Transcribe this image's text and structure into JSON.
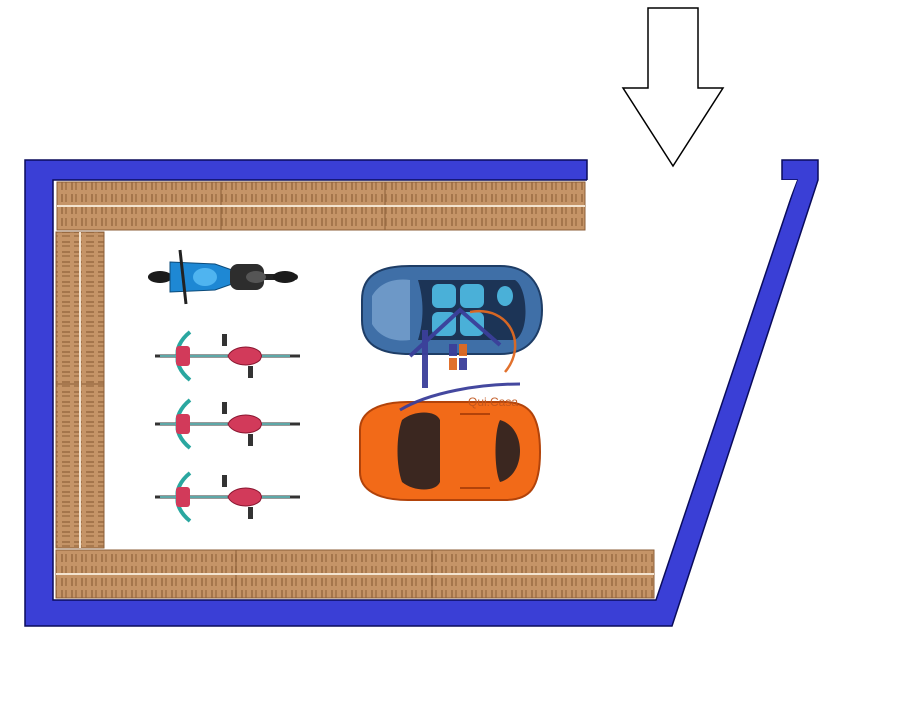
{
  "plan": {
    "entrance": {
      "icon": "down-arrow-icon",
      "direction": "down"
    },
    "wall_color": "#3a3fd6",
    "shelf_color": "#b9875a",
    "shelving": [
      {
        "name": "top-shelves",
        "modules": 3
      },
      {
        "name": "left-shelves",
        "modules": 2
      },
      {
        "name": "bottom-shelves",
        "modules": 3
      }
    ],
    "vehicles": [
      {
        "type": "motorcycle",
        "color": "#1e88d4"
      },
      {
        "type": "bicycle",
        "color": "#d23a5a"
      },
      {
        "type": "bicycle",
        "color": "#d23a5a"
      },
      {
        "type": "bicycle",
        "color": "#d23a5a"
      },
      {
        "type": "car",
        "color": "#3f6fa7",
        "roof": "open"
      },
      {
        "type": "car",
        "color": "#f26a18"
      }
    ]
  },
  "watermark": {
    "text": "Qui.Casa",
    "colors": {
      "house": "#3b3f9a",
      "accent": "#e06a22"
    }
  }
}
